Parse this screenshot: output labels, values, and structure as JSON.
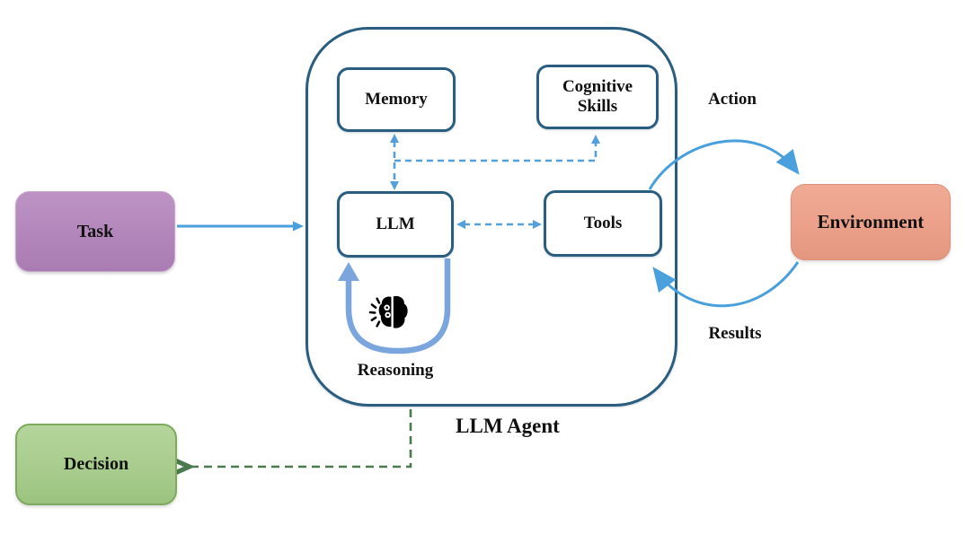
{
  "diagram": {
    "title": "LLM Agent",
    "nodes": {
      "task": {
        "label": "Task",
        "fill": "#b286ba"
      },
      "memory": {
        "label": "Memory",
        "fill": "#ffffff"
      },
      "cognitive_skills": {
        "label": "Cognitive Skills",
        "fill": "#ffffff"
      },
      "llm": {
        "label": "LLM",
        "fill": "#ffffff"
      },
      "tools": {
        "label": "Tools",
        "fill": "#ffffff"
      },
      "environment": {
        "label": "Environment",
        "fill": "#eba08a"
      },
      "decision": {
        "label": "Decision",
        "fill": "#a8cc8d"
      }
    },
    "edge_labels": {
      "action": "Action",
      "results": "Results",
      "reasoning": "Reasoning"
    },
    "edges": [
      {
        "from": "task",
        "to": "agent-container",
        "style": "solid-blue"
      },
      {
        "from": "memory",
        "to": "llm",
        "style": "dashed-blue-double"
      },
      {
        "from": "memory-llm-link",
        "to": "cognitive_skills",
        "style": "dashed-blue"
      },
      {
        "from": "llm",
        "to": "tools",
        "style": "dashed-blue-double"
      },
      {
        "from": "llm",
        "to": "llm",
        "style": "thick-blue-loop",
        "label": "Reasoning"
      },
      {
        "from": "tools",
        "to": "environment",
        "style": "curved-blue",
        "label": "Action"
      },
      {
        "from": "environment",
        "to": "tools",
        "style": "curved-blue",
        "label": "Results"
      },
      {
        "from": "agent-container",
        "to": "decision",
        "style": "dashed-green"
      }
    ],
    "colors": {
      "box_border_dark_blue": "#2b5d7e",
      "solid_arrow_blue": "#4aa0dc",
      "dashed_arrow_blue": "#55a0d8",
      "loop_arrow_blue": "#7aa5dd",
      "green_dashed_arrow": "#4a7a4e",
      "task_fill": "#b286ba",
      "environment_fill": "#eba08a",
      "decision_fill": "#a8cc8d",
      "text": "#111111"
    },
    "icons": {
      "brain": "brain-icon"
    }
  }
}
